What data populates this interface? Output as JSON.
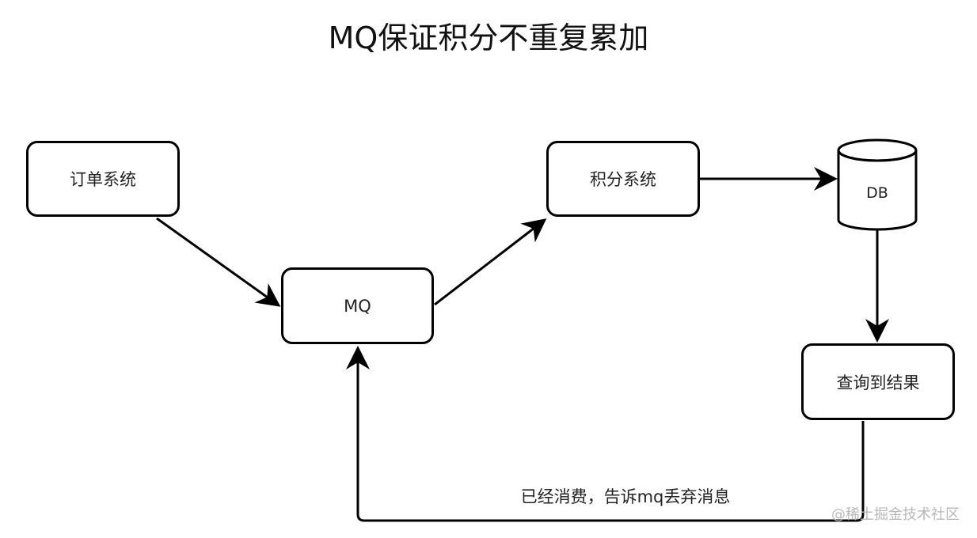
{
  "title": "MQ保证积分不重复累加",
  "nodes": {
    "order_system": "订单系统",
    "mq": "MQ",
    "points_system": "积分系统",
    "db": "DB",
    "query_result": "查询到结果"
  },
  "edges": {
    "ack_label": "已经消费，告诉mq丢弃消息"
  },
  "watermark": "@稀土掘金技术社区",
  "colors": {
    "stroke": "#000000",
    "text": "#222222",
    "watermark": "#b8b8b8"
  }
}
